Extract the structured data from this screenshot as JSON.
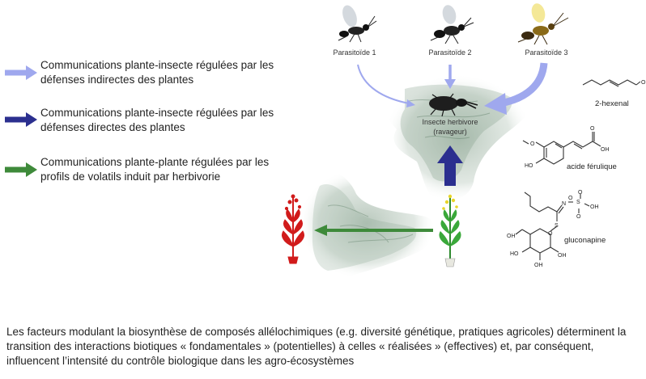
{
  "legend": {
    "items": [
      {
        "text": "Communications plante-insecte régulées par les défenses indirectes des plantes",
        "color": "#9fa8ee"
      },
      {
        "text": "Communications plante-insecte régulées par les défenses directes des plantes",
        "color": "#2b2f8f"
      },
      {
        "text": "Communications plante-plante régulées par les profils de volatils induit par herbivorie",
        "color": "#3e8a3a"
      }
    ]
  },
  "diagram": {
    "parasitoids": [
      "Parasitoïde 1",
      "Parasitoïde 2",
      "Parasitoïde 3"
    ],
    "herbivore_line1": "Insecte herbivore",
    "herbivore_line2": "(ravageur)",
    "compounds": [
      "2-hexenal",
      "acide férulique",
      "gluconapine"
    ],
    "atoms": {
      "o": "O",
      "oh": "OH",
      "ho": "HO",
      "n": "N",
      "s": "S"
    }
  },
  "caption": "Les facteurs modulant la biosynthèse de composés allélochimiques (e.g. diversité génétique, pratiques agricoles) déterminent la transition des interactions biotiques « fondamentales » (potentielles) à celles « réalisées » (effectives) et, par conséquent, influencent l’intensité du contrôle biologique dans les agro-écosystèmes"
}
